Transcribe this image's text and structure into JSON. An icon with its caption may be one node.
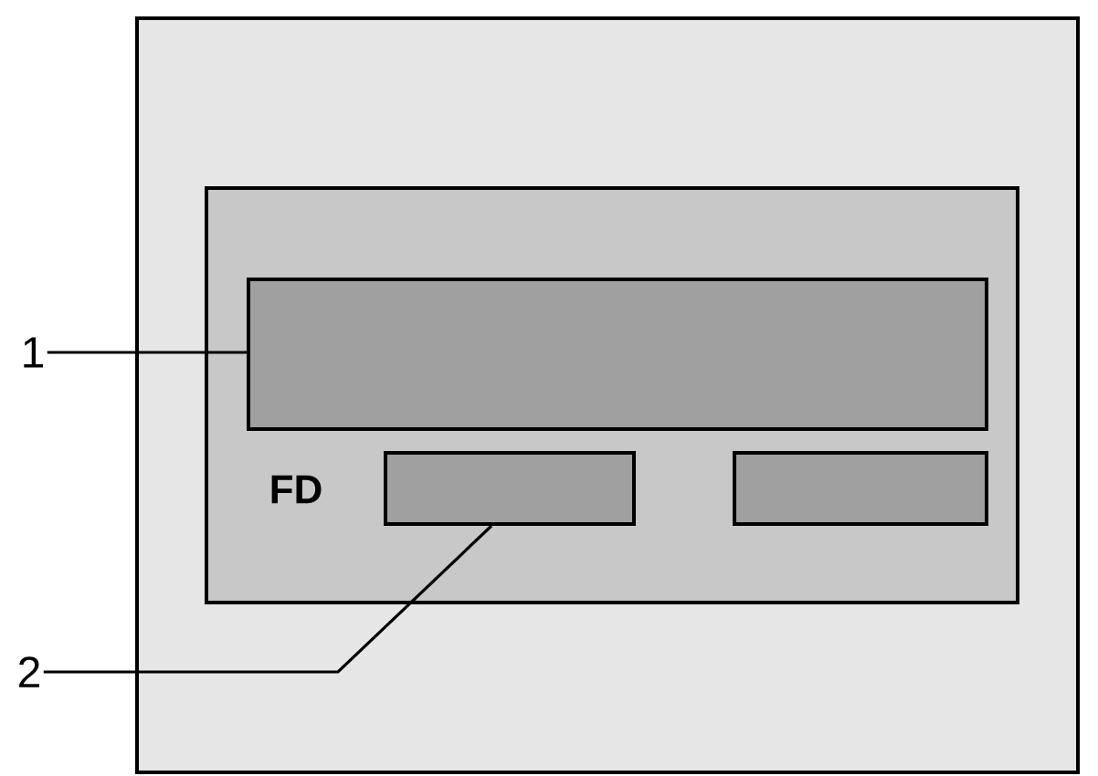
{
  "diagram": {
    "nodes": [
      {
        "text": [],
        "shape": "box"
      },
      {
        "text": [],
        "shape": "box",
        "in": 0
      },
      {
        "text": [],
        "shape": "box",
        "in": 1
      },
      {
        "text": [],
        "shape": "box",
        "in": 1
      },
      {
        "text": [],
        "shape": "box",
        "in": 1
      },
      {
        "text": [
          "1"
        ]
      },
      {
        "text": [
          "2"
        ]
      }
    ],
    "edges": [
      {
        "from": 5,
        "to": 2,
        "arrow": "none"
      },
      {
        "from": 6,
        "to": 3,
        "arrow": "none"
      }
    ],
    "labels": [
      "FD"
    ]
  }
}
